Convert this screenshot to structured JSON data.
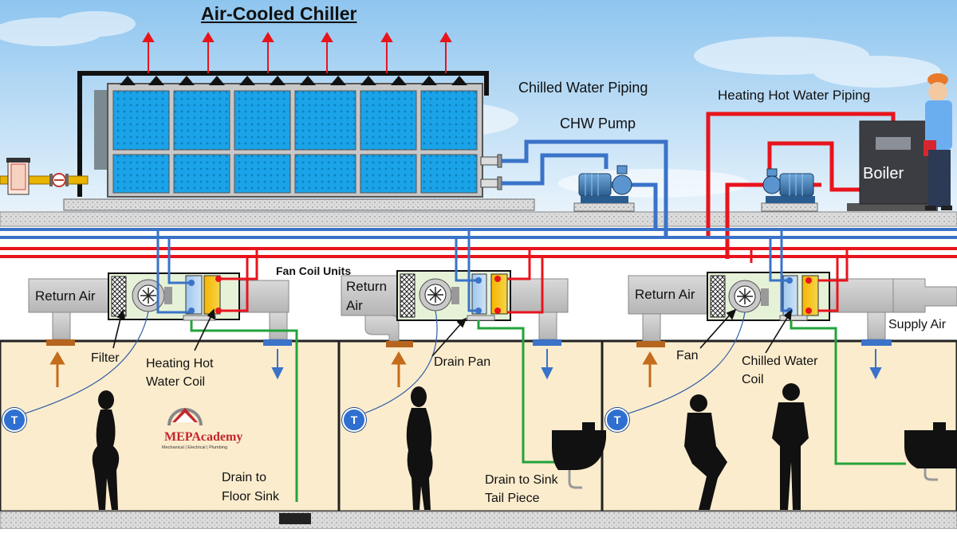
{
  "title": "Air-Cooled Chiller",
  "labels": {
    "chilled_water_piping": "Chilled Water Piping",
    "chw_pump": "CHW Pump",
    "heating_hot_water_piping": "Heating Hot Water Piping",
    "boiler": "Boiler",
    "fan_coil_units": "Fan Coil Units",
    "return_air_1": "Return Air",
    "return_air_2_line1": "Return",
    "return_air_2_line2": "Air",
    "return_air_3": "Return Air",
    "supply_air": "Supply Air",
    "filter": "Filter",
    "heating_coil_line1": "Heating Hot",
    "heating_coil_line2": "Water Coil",
    "drain_pan": "Drain Pan",
    "fan": "Fan",
    "chilled_coil_line1": "Chilled Water",
    "chilled_coil_line2": "Coil",
    "drain_floor_line1": "Drain to",
    "drain_floor_line2": "Floor Sink",
    "drain_sink_line1": "Drain to Sink",
    "drain_sink_line2": "Tail Piece",
    "thermostat": "T"
  },
  "logo": {
    "brand": "MEPAcademy",
    "tagline": "Mechanical | Electrical | Plumbing"
  },
  "colors": {
    "sky_top": "#9fcdf0",
    "chilled_water": "#3a73c8",
    "hot_water": "#e8141c",
    "drain": "#22a33a",
    "room": "#fbeccd",
    "chiller_panel": "#1aa3e8",
    "ahu_body": "#e6f2d8",
    "duct": "#c9c9c9"
  }
}
